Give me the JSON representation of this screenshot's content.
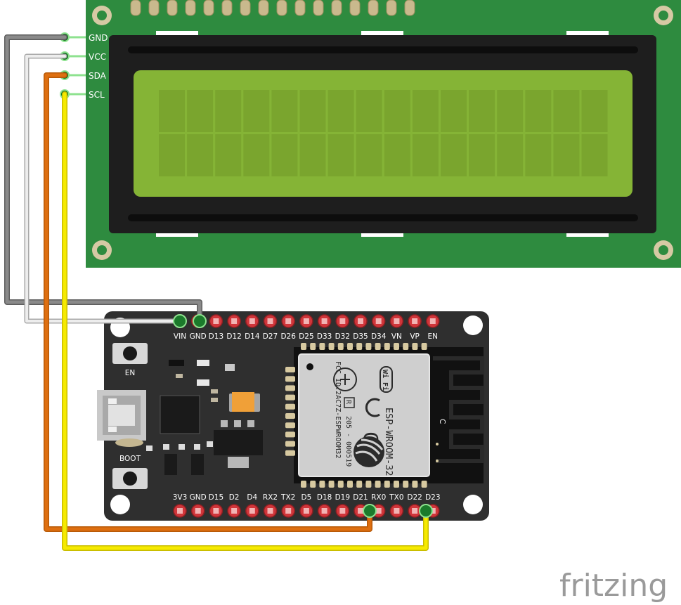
{
  "lcd": {
    "pins": [
      "GND",
      "VCC",
      "SDA",
      "SCL"
    ]
  },
  "esp32": {
    "top_pins": [
      "VIN",
      "GND",
      "D13",
      "D12",
      "D14",
      "D27",
      "D26",
      "D25",
      "D33",
      "D32",
      "D35",
      "D34",
      "VN",
      "VP",
      "EN"
    ],
    "bottom_pins": [
      "3V3",
      "GND",
      "D15",
      "D2",
      "D4",
      "RX2",
      "TX2",
      "D5",
      "D18",
      "D19",
      "D21",
      "RX0",
      "TX0",
      "D22",
      "D23"
    ],
    "button_en": "EN",
    "button_boot": "BOOT",
    "module": {
      "model": "ESP-WROOM-32",
      "fcc": "FCC ID:2AC7Z-ESPWROOM32",
      "cert": "205 - 000519",
      "wifi": "Wi Fi",
      "ce": "CE",
      "r_mark": "R",
      "antenna_mark": "C"
    }
  },
  "colors": {
    "pcb_green": "#2e8b3f",
    "lcd_screen": "#85b436",
    "board": "#2f2f2f",
    "wire_gnd": "#7a7a7a",
    "wire_vcc": "#c8c8c8",
    "wire_sda": "#d96f0e",
    "wire_scl": "#f4e600"
  },
  "brand": "fritzing"
}
